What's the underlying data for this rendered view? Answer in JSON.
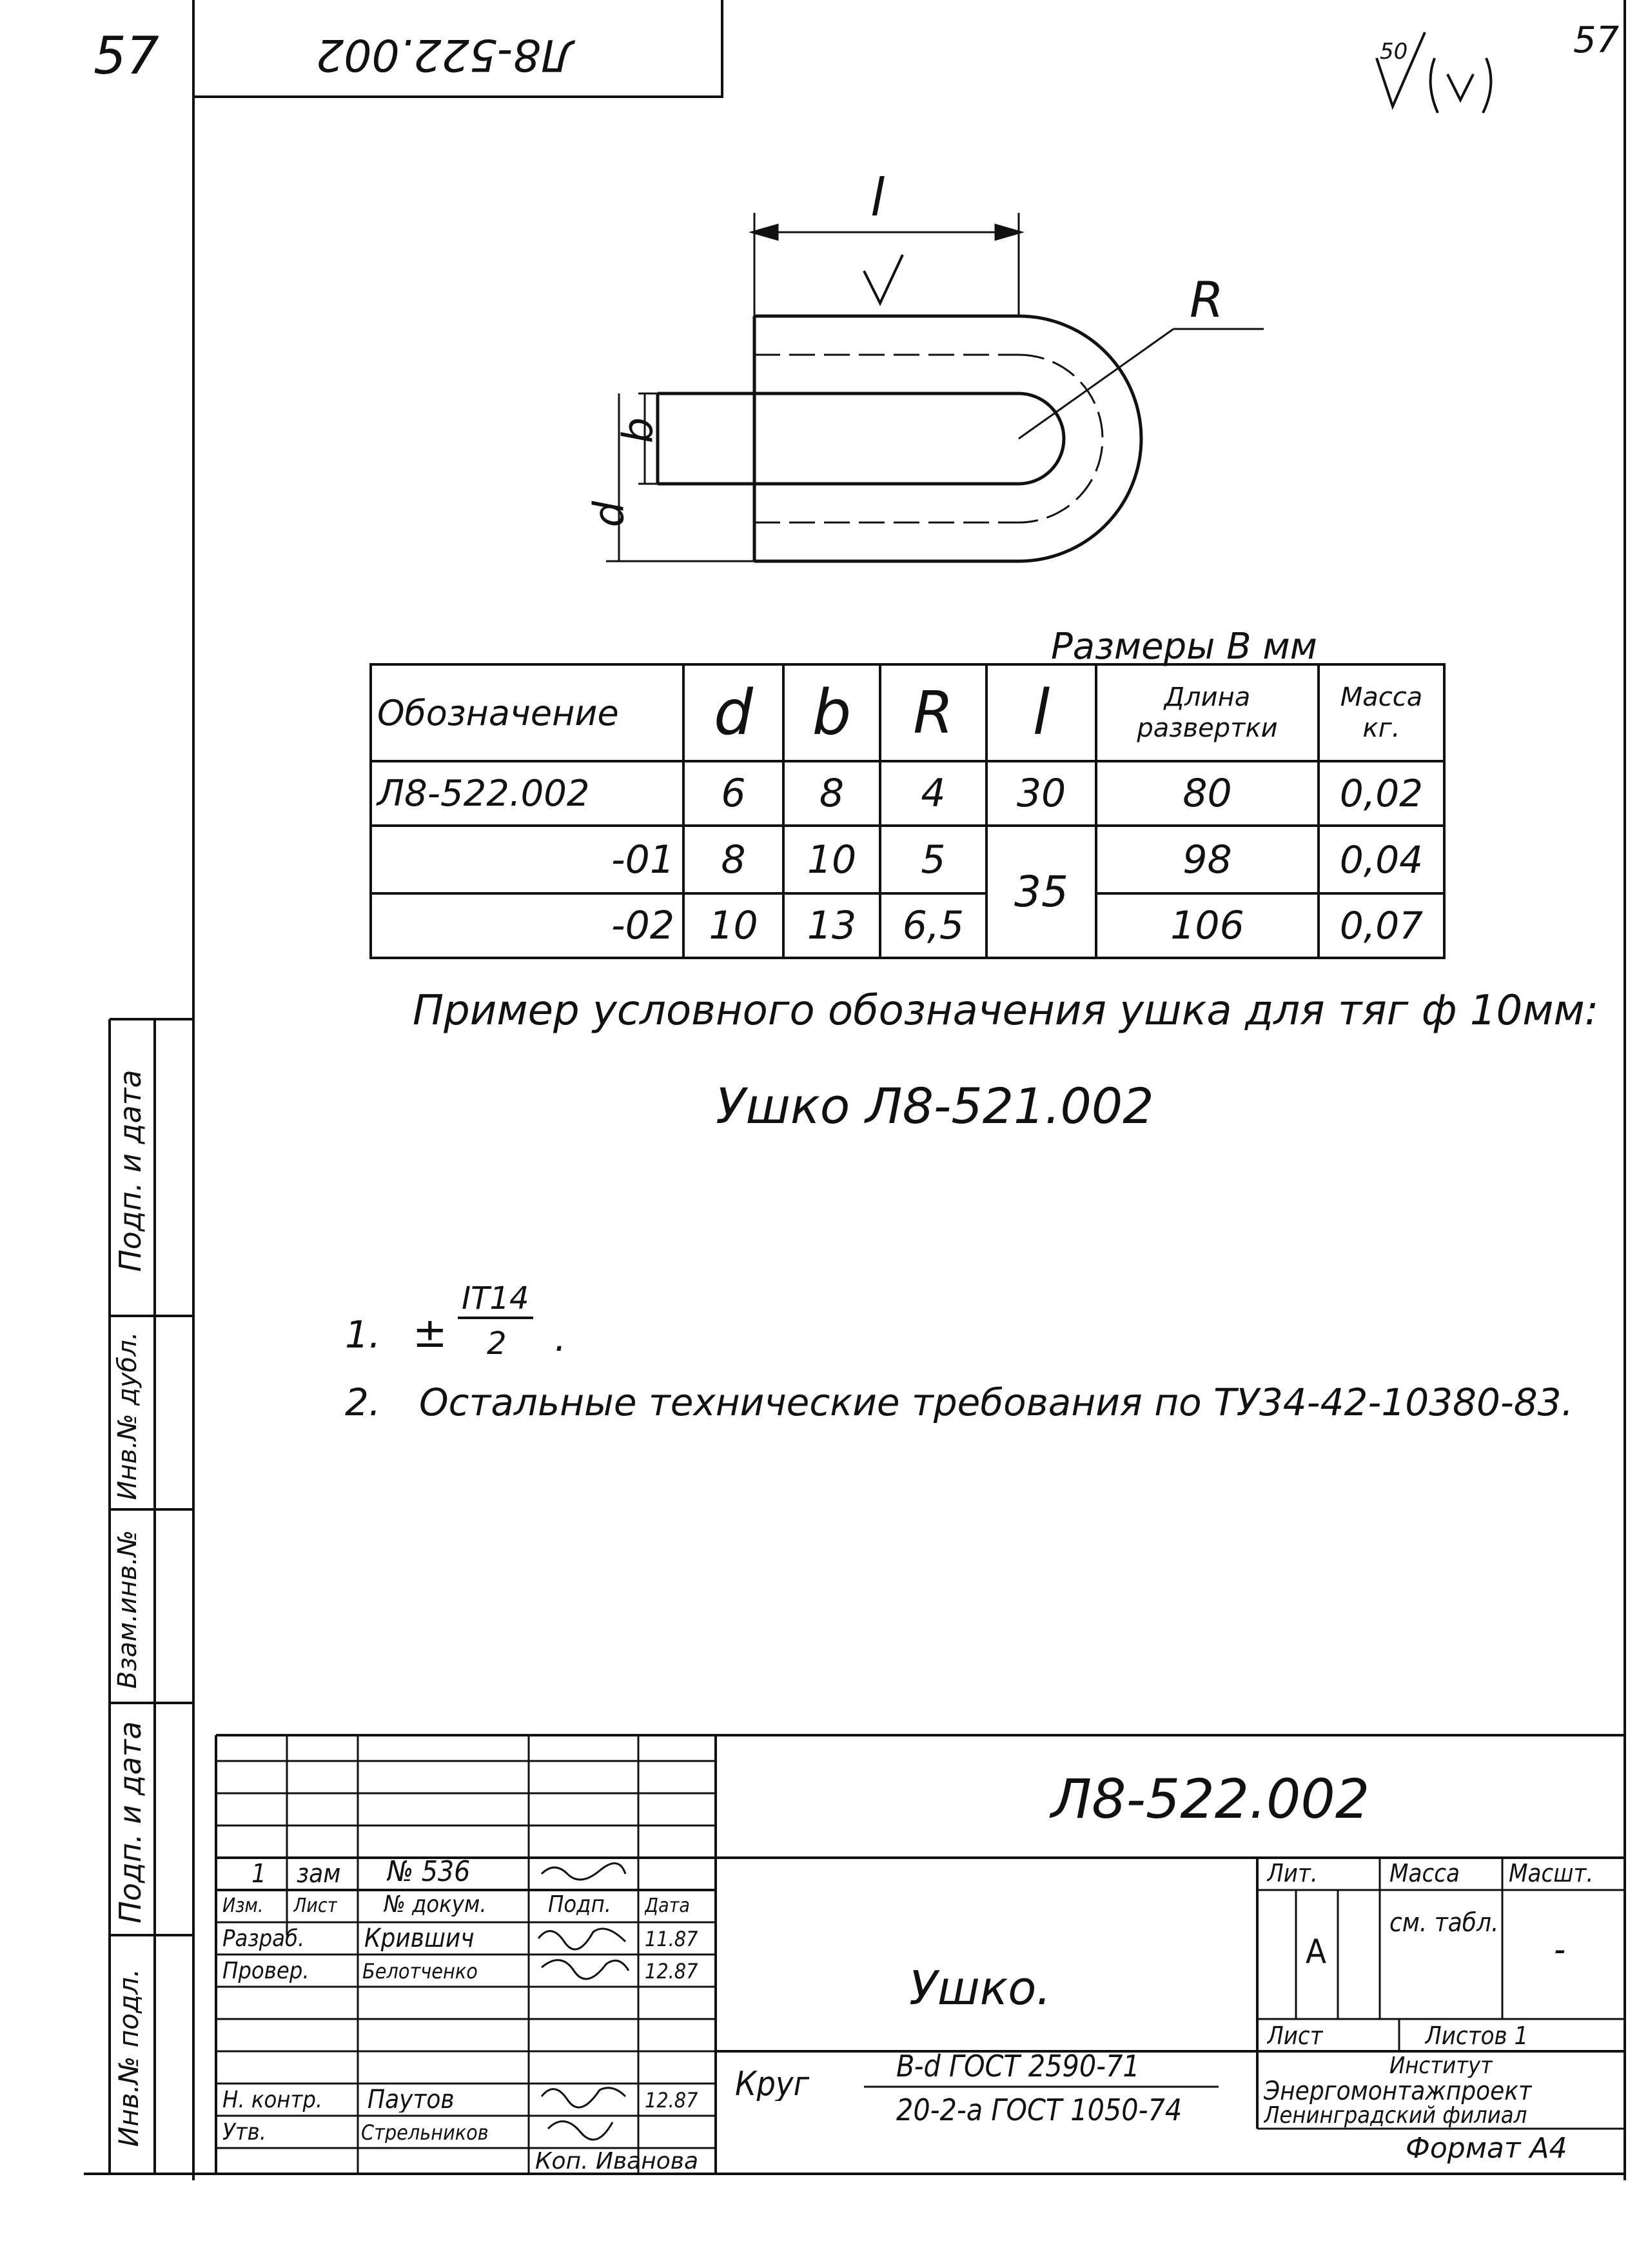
{
  "corner": {
    "sheet_no": "57",
    "sheet_no_right": "57",
    "top_code_mirrored": "Л8-522.002"
  },
  "roughness": {
    "value": "50"
  },
  "drawing_labels": {
    "l": "l",
    "R": "R",
    "b": "b",
    "d": "d"
  },
  "table": {
    "caption": "Размеры В мм",
    "headers": [
      "Обозначение",
      "d",
      "b",
      "R",
      "l",
      "Длина развертки",
      "Масса кг."
    ],
    "rows": [
      {
        "designation": "Л8-522.002",
        "d": "6",
        "b": "8",
        "R": "4",
        "l": "30",
        "length": "80",
        "mass": "0,02"
      },
      {
        "designation": "-01",
        "d": "8",
        "b": "10",
        "R": "5",
        "l": "35",
        "length": "98",
        "mass": "0,04"
      },
      {
        "designation": "-02",
        "d": "10",
        "b": "13",
        "R": "6,5",
        "l": "",
        "length": "106",
        "mass": "0,07"
      }
    ]
  },
  "example": {
    "line1": "Пример условного обозначения ушка для тяг ф 10мм:",
    "line2": "Ушко Л8-521.002"
  },
  "notes": {
    "n1_num": "1.",
    "n1_prefix": "±",
    "n1_num_top": "IT14",
    "n1_den": "2",
    "n1_tail": ".",
    "n2_num": "2.",
    "n2_text": "Остальные технические требования по ТУ34-42-10380-83."
  },
  "side_labels": [
    "Подп. и дата",
    "Инв.№ дубл.",
    "Взам.инв.№",
    "Подп. и дата",
    "Инв.№ подл."
  ],
  "title_block": {
    "doc_code": "Л8-522.002",
    "name": "Ушко.",
    "rev_row": {
      "izm": "1",
      "list": "зам",
      "doc": "№ 536",
      "sign": "",
      "date": ""
    },
    "header_row": {
      "izm": "Изм.",
      "list": "Лист",
      "doc": "№ докум.",
      "sign": "Подп.",
      "date": "Дата"
    },
    "people": [
      {
        "role": "Разраб.",
        "name": "Крившич",
        "date": "11.87"
      },
      {
        "role": "Провер.",
        "name": "Белотченко",
        "date": "12.87"
      },
      {
        "role": "",
        "name": "",
        "date": ""
      },
      {
        "role": "Н. контр.",
        "name": "Паутов",
        "date": "12.87"
      },
      {
        "role": "Утв.",
        "name": "Стрельников",
        "date": ""
      }
    ],
    "lit_label": "Лит.",
    "mass_label": "Масса",
    "scale_label": "Масшт.",
    "lit_value": "А",
    "mass_value": "см. табл.",
    "scale_value": "-",
    "sheet_label": "Лист",
    "sheets_label": "Листов 1",
    "institute": [
      "Институт",
      "Энергомонтажпроект",
      "Ленинградский филиал"
    ],
    "material_prefix": "Круг",
    "material_top": "B-d ГОСТ 2590-71",
    "material_bottom": "20-2-а ГОСТ 1050-74"
  },
  "footer": {
    "copied": "Коп. Иванова",
    "format": "Формат А4"
  }
}
